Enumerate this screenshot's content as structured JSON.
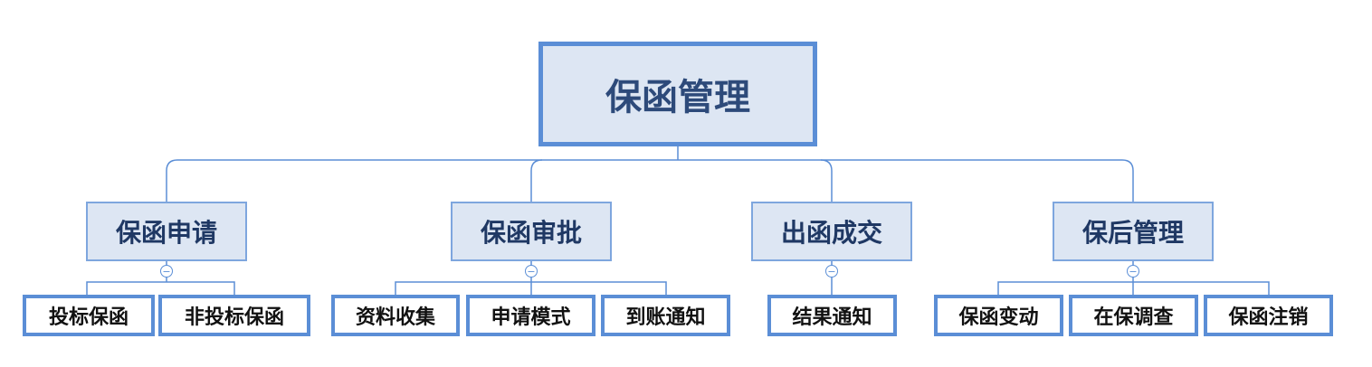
{
  "root": {
    "label": "保函管理"
  },
  "branches": [
    {
      "label": "保函申请",
      "children": [
        "投标保函",
        "非投标保函"
      ]
    },
    {
      "label": "保函审批",
      "children": [
        "资料收集",
        "申请模式",
        "到账通知"
      ]
    },
    {
      "label": "出函成交",
      "children": [
        "结果通知"
      ]
    },
    {
      "label": "保后管理",
      "children": [
        "保函变动",
        "在保调查",
        "保函注销"
      ]
    }
  ],
  "colors": {
    "line": "#5b8ed6",
    "node_fill": "#dde6f3",
    "text": "#1f3864"
  },
  "icons": {
    "collapse": "collapse-toggle-icon"
  },
  "toggle_symbol": "−"
}
